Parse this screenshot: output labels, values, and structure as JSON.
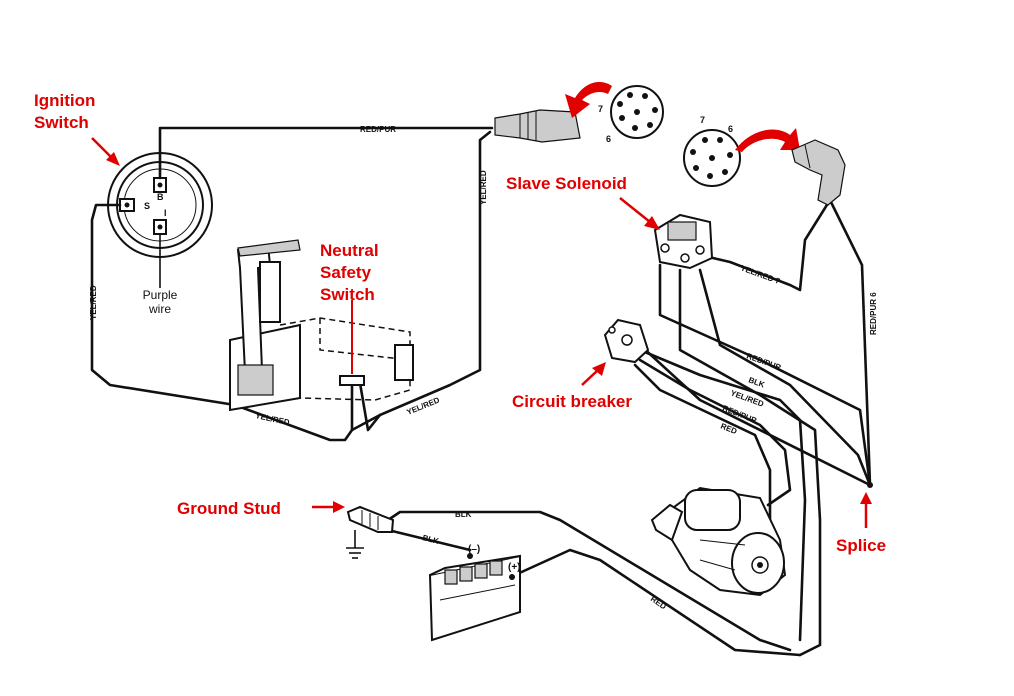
{
  "callouts": {
    "ignition_switch": "Ignition\nSwitch",
    "neutral_safety_switch": "Neutral\nSafety\nSwitch",
    "slave_solenoid": "Slave Solenoid",
    "circuit_breaker": "Circuit breaker",
    "ground_stud": "Ground Stud",
    "splice": "Splice"
  },
  "ignition_text": {
    "purple_wire": "Purple\nwire",
    "terminal_s": "S",
    "terminal_b": "B",
    "terminal_i": "I"
  },
  "wire_labels": {
    "red_pur_top": "RED/PUR",
    "yel_red_vertical": "YEL/RED",
    "yel_red_left": "YEL/RED",
    "yel_red_bottom_left": "YEL/RED",
    "yel_red_nss": "YEL/RED",
    "yel_red_7": "YEL/RED 7",
    "red_pur_6": "RED/PUR 6",
    "red_pur_a": "RED/PUR",
    "blk_a": "BLK",
    "yel_red_b": "YEL/RED",
    "red_pur_b": "RED/PUR",
    "red_a": "RED",
    "blk_ground_1": "BLK",
    "blk_ground_2": "BLK",
    "red_battery": "RED"
  },
  "battery": {
    "negative": "(–)",
    "positive": "(+)"
  },
  "plug_pins": {
    "upper_7": "7",
    "upper_6": "6",
    "lower_7": "7",
    "lower_6": "6"
  },
  "colors": {
    "callout": "#e00000",
    "line": "#111111"
  }
}
